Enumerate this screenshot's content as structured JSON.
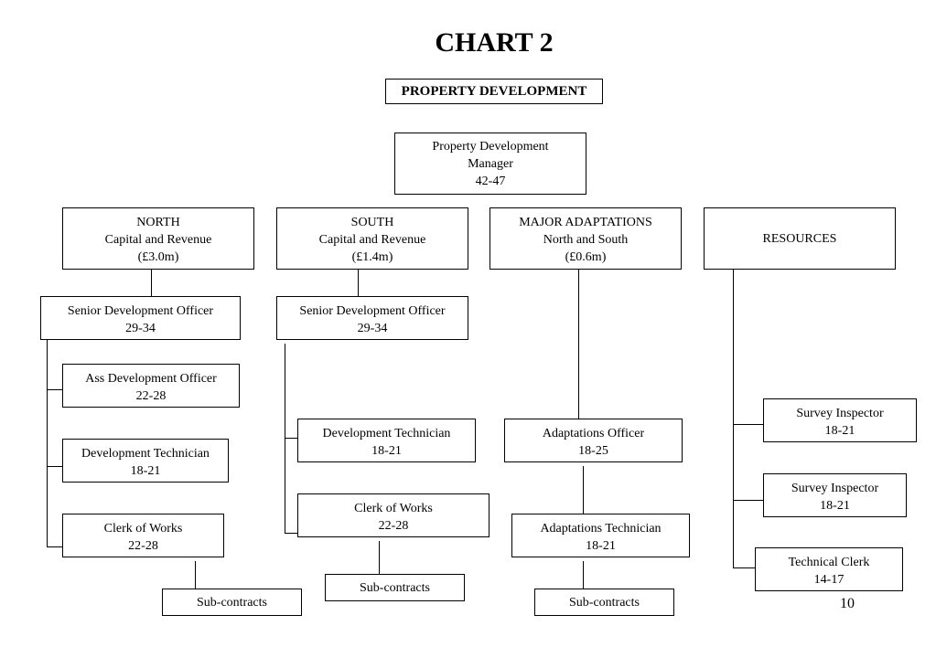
{
  "title": "CHART 2",
  "subtitle": "PROPERTY DEVELOPMENT",
  "manager": {
    "line1": "Property Development",
    "line2": "Manager",
    "grade": "42-47"
  },
  "divisions": {
    "north": {
      "name": "NORTH",
      "desc": "Capital and Revenue",
      "budget": "(£3.0m)"
    },
    "south": {
      "name": "SOUTH",
      "desc": "Capital and Revenue",
      "budget": "(£1.4m)"
    },
    "major": {
      "name": "MAJOR ADAPTATIONS",
      "desc": "North and South",
      "budget": "(£0.6m)"
    },
    "resources": {
      "name": "RESOURCES"
    }
  },
  "north_staff": {
    "senior": {
      "title": "Senior Development Officer",
      "grade": "29-34"
    },
    "ass": {
      "title": "Ass Development Officer",
      "grade": "22-28"
    },
    "tech": {
      "title": "Development Technician",
      "grade": "18-21"
    },
    "clerk": {
      "title": "Clerk of Works",
      "grade": "22-28"
    },
    "sub": "Sub-contracts"
  },
  "south_staff": {
    "senior": {
      "title": "Senior Development Officer",
      "grade": "29-34"
    },
    "tech": {
      "title": "Development Technician",
      "grade": "18-21"
    },
    "clerk": {
      "title": "Clerk of Works",
      "grade": "22-28"
    },
    "sub": "Sub-contracts"
  },
  "major_staff": {
    "officer": {
      "title": "Adaptations Officer",
      "grade": "18-25"
    },
    "tech": {
      "title": "Adaptations Technician",
      "grade": "18-21"
    },
    "sub": "Sub-contracts"
  },
  "resources_staff": {
    "survey1": {
      "title": "Survey Inspector",
      "grade": "18-21"
    },
    "survey2": {
      "title": "Survey Inspector",
      "grade": "18-21"
    },
    "clerk": {
      "title": "Technical Clerk",
      "grade": "14-17"
    }
  },
  "page_number": "10"
}
